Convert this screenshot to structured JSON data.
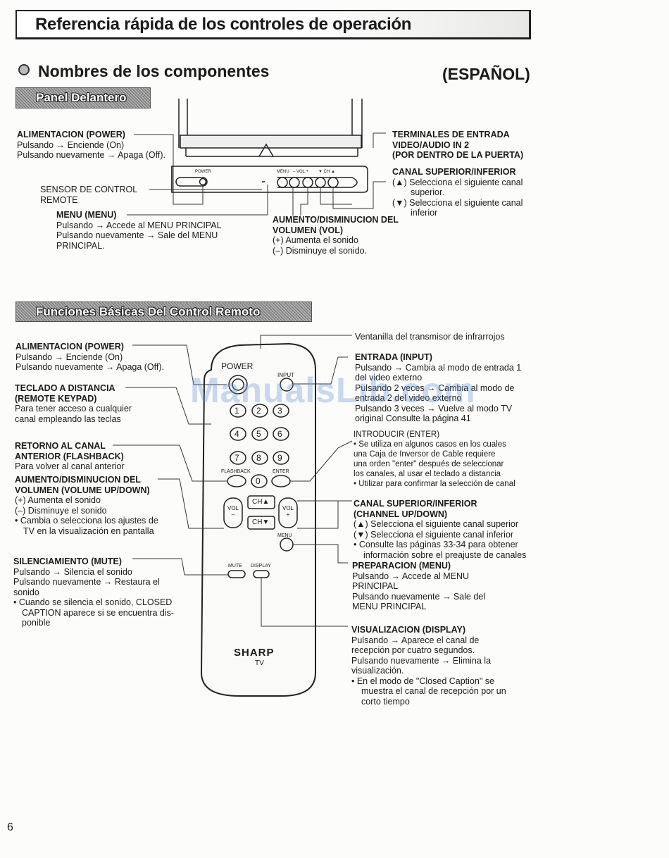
{
  "header": {
    "title": "Referencia rápida de los controles de operación"
  },
  "section": {
    "title": "Nombres de los componentes",
    "language": "(ESPAÑOL)"
  },
  "front_panel": {
    "banner": "Panel Delantero",
    "panel_labels": {
      "power": "POWER",
      "menu": "MENU",
      "vol": "– VOL +",
      "ch": "▼ CH ▲"
    },
    "power": {
      "title": "ALIMENTACION (POWER)",
      "lines": [
        "Pulsando → Enciende (On)",
        "Pulsando nuevamente → Apaga (Off)."
      ]
    },
    "sensor": {
      "lines": [
        "SENSOR DE CONTROL",
        "REMOTE"
      ]
    },
    "menu": {
      "title": "MENU (MENU)",
      "lines": [
        "Pulsando → Accede al MENU PRINCIPAL",
        "Pulsando nuevamente → Sale del MENU",
        "PRINCIPAL."
      ]
    },
    "volume": {
      "title1": "AUMENTO/DISMINUCION DEL",
      "title2": "VOLUMEN (VOL)",
      "lines": [
        "(+) Aumenta el sonido",
        "(–) Disminuye el sonido."
      ]
    },
    "terminals": {
      "lines": [
        "TERMINALES DE ENTRADA",
        "VIDEO/AUDIO IN 2",
        "(POR DENTRO DE LA PUERTA)"
      ]
    },
    "channel": {
      "title": "CANAL SUPERIOR/INFERIOR",
      "lines": [
        "(▲) Selecciona el siguiente canal",
        "superior.",
        "(▼) Selecciona el siguiente canal",
        "inferior"
      ]
    }
  },
  "remote_section": {
    "banner": "Funciones Básicas Del Control Remoto",
    "remote_labels": {
      "power": "POWER",
      "input": "INPUT",
      "keys": [
        "1",
        "2",
        "3",
        "4",
        "5",
        "6",
        "7",
        "8",
        "9",
        "0"
      ],
      "flashback": "FLASHBACK",
      "enter": "ENTER",
      "vol_minus": "VOL –",
      "vol_plus": "VOL +",
      "ch_up": "CH▲",
      "ch_down": "CH▼",
      "menu": "MENU",
      "mute": "MUTE",
      "display": "DISPLAY",
      "brand": "SHARP",
      "brand_sub": "TV"
    },
    "left": [
      {
        "title": [
          "ALIMENTACION (POWER)"
        ],
        "lines": [
          "Pulsando → Enciende (On)",
          "Pulsando nuevamente → Apaga (Off)."
        ]
      },
      {
        "title": [
          "TECLADO A DISTANCIA",
          "(REMOTE KEYPAD)"
        ],
        "lines": [
          "Para tener acceso a cualquier",
          "canal empleando las teclas"
        ]
      },
      {
        "title": [
          "RETORNO AL CANAL",
          "ANTERIOR (FLASHBACK)"
        ],
        "lines": [
          "Para volver al canal anterior"
        ]
      },
      {
        "title": [
          "AUMENTO/DISMINUCION DEL",
          "VOLUMEN (VOLUME UP/DOWN)"
        ],
        "lines": [
          "(+) Aumenta el sonido",
          "(–) Disminuye el sonido",
          "• Cambia o selecciona los ajustes de",
          "TV en la visualización en pantalla"
        ]
      },
      {
        "title": [
          "SILENCIAMIENTO (MUTE)"
        ],
        "lines": [
          "Pulsando → Silencia el sonido",
          "Pulsando nuevamente → Restaura el",
          "sonido",
          "• Cuando se silencia el sonido, CLOSED",
          "CAPTION aparece si se encuentra dis-",
          "ponible"
        ]
      }
    ],
    "right": [
      {
        "title": [],
        "lines": [
          "Ventanilla del transmisor de infrarrojos"
        ]
      },
      {
        "title": [
          "ENTRADA (INPUT)"
        ],
        "lines": [
          "Pulsando → Cambia al modo de entrada 1",
          "del video externo",
          "Pulsando 2 veces → Cambia al modo de",
          "entrada 2 del video externo",
          "Pulsando 3 veces → Vuelve al modo TV",
          "original  Consulte la página 41"
        ]
      },
      {
        "title": [],
        "lines": [
          "INTRODUCIR (ENTER)",
          "• Se utiliza en algunos casos en los cuales",
          "una Caja de Inversor de Cable requiere",
          "una orden \"enter\" después de seleccionar",
          "los canales, al usar el teclado a distancia",
          "• Utilizar para confirmar la selección de canal"
        ]
      },
      {
        "title": [
          "CANAL SUPERIOR/INFERIOR",
          "(CHANNEL UP/DOWN)"
        ],
        "lines": [
          "(▲)  Selecciona el siguiente canal superior",
          "(▼)  Selecciona el siguiente canal inferior",
          "• Consulte las páginas 33-34 para obtener",
          "información sobre el preajuste de canales"
        ]
      },
      {
        "title": [
          "PREPARACION (MENU)"
        ],
        "lines": [
          "Pulsando → Accede al MENU",
          "PRINCIPAL",
          "Pulsando nuevamente → Sale del",
          "MENU PRINCIPAL"
        ]
      },
      {
        "title": [
          "VISUALIZACION (DISPLAY)"
        ],
        "lines": [
          "Pulsando → Aparece el canal de",
          "recepción por cuatro segundos.",
          "Pulsando nuevamente → Elimina la",
          "visualización.",
          "• En el modo de \"Closed Caption\" se",
          "muestra el canal de recepción por un",
          "corto tiempo"
        ]
      }
    ]
  },
  "watermark": "ManualsLib.com",
  "page_number": "6"
}
